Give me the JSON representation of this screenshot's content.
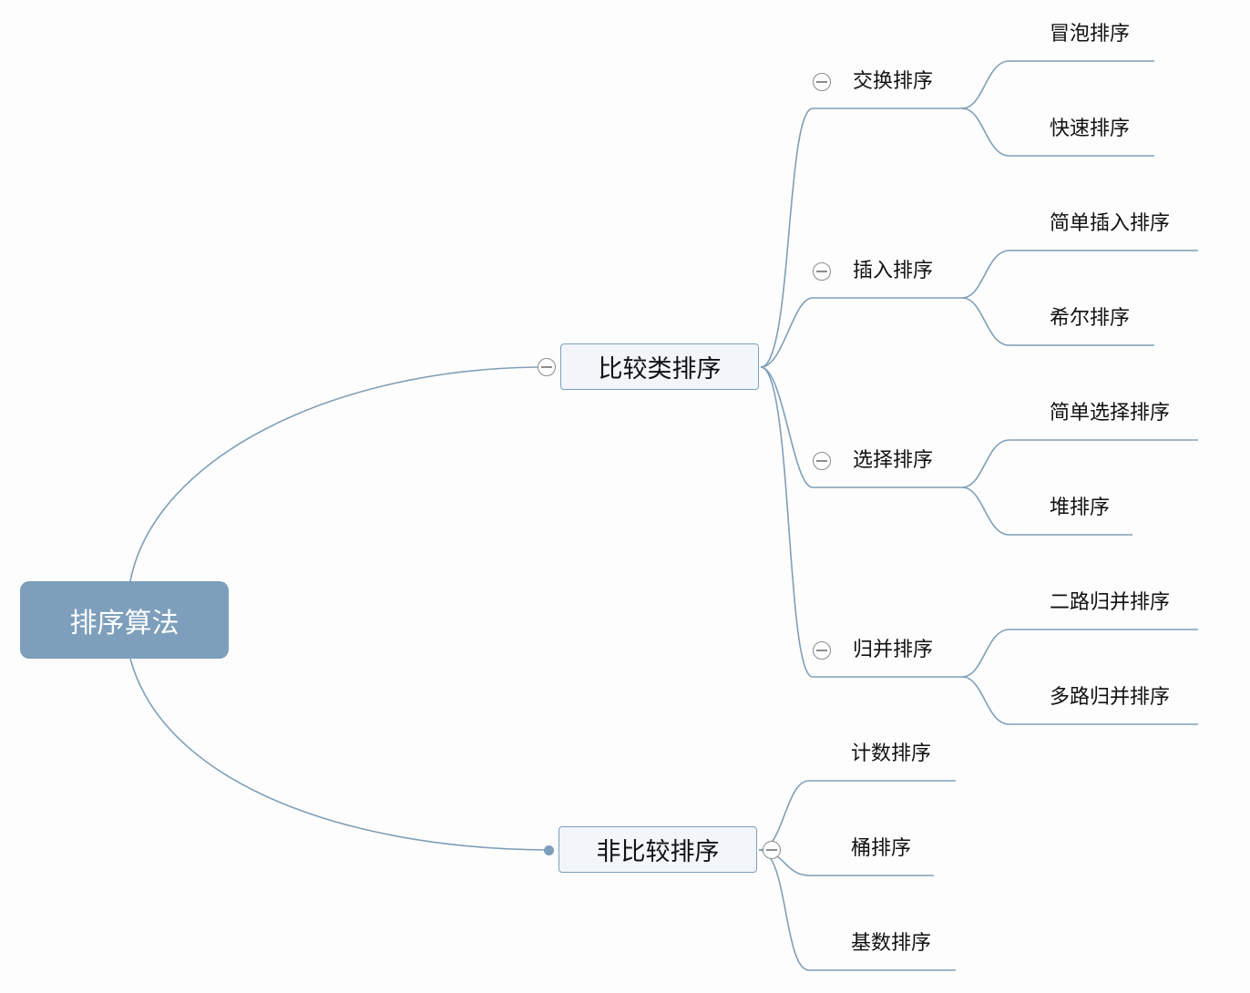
{
  "root": {
    "label": "排序算法"
  },
  "branches": [
    {
      "label": "比较类排序",
      "children": [
        {
          "label": "交换排序",
          "children": [
            "冒泡排序",
            "快速排序"
          ]
        },
        {
          "label": "插入排序",
          "children": [
            "简单插入排序",
            "希尔排序"
          ]
        },
        {
          "label": "选择排序",
          "children": [
            "简单选择排序",
            "堆排序"
          ]
        },
        {
          "label": "归并排序",
          "children": [
            "二路归并排序",
            "多路归并排序"
          ]
        }
      ]
    },
    {
      "label": "非比较排序",
      "children": [
        {
          "label": "计数排序"
        },
        {
          "label": "桶排序"
        },
        {
          "label": "基数排序"
        }
      ]
    }
  ],
  "colors": {
    "accent": "#7d9fbb",
    "line": "#7f9fb8",
    "toggle": "#8c8c8c"
  },
  "icons": {
    "collapse": "minus-circle-icon",
    "collapsed": "dot-icon"
  }
}
